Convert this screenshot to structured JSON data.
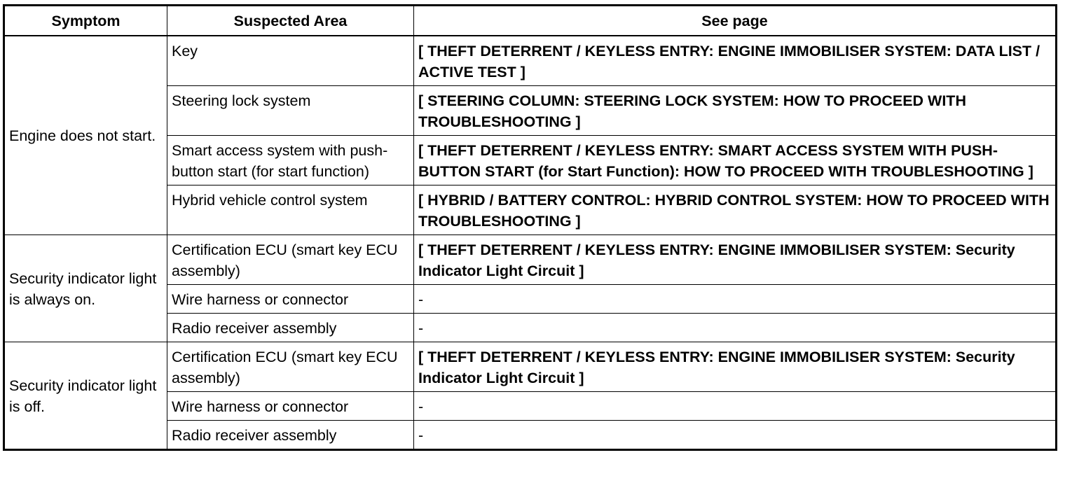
{
  "headers": {
    "symptom": "Symptom",
    "area": "Suspected Area",
    "page": "See page"
  },
  "groups": [
    {
      "symptom": "Engine does not start.",
      "rows": [
        {
          "area": "Key",
          "page": "[ THEFT DETERRENT / KEYLESS ENTRY: ENGINE IMMOBILISER SYSTEM: DATA LIST / ACTIVE TEST ]"
        },
        {
          "area": "Steering lock system",
          "page": "[ STEERING COLUMN: STEERING LOCK SYSTEM: HOW TO PROCEED WITH TROUBLESHOOTING ]"
        },
        {
          "area": "Smart access system with push-button start (for start function)",
          "page": "[ THEFT DETERRENT / KEYLESS ENTRY: SMART ACCESS SYSTEM WITH PUSH-BUTTON START (for Start Function): HOW TO PROCEED WITH TROUBLESHOOTING ]"
        },
        {
          "area": "Hybrid vehicle control system",
          "page": "[ HYBRID / BATTERY CONTROL: HYBRID CONTROL SYSTEM: HOW TO PROCEED WITH TROUBLESHOOTING ]"
        }
      ]
    },
    {
      "symptom": "Security indicator light is always on.",
      "rows": [
        {
          "area": "Certification ECU (smart key ECU assembly)",
          "page": "[ THEFT DETERRENT / KEYLESS ENTRY: ENGINE IMMOBILISER SYSTEM: Security Indicator Light Circuit ]"
        },
        {
          "area": "Wire harness or connector",
          "page": "-"
        },
        {
          "area": "Radio receiver assembly",
          "page": "-"
        }
      ]
    },
    {
      "symptom": "Security indicator light is off.",
      "rows": [
        {
          "area": "Certification ECU (smart key ECU assembly)",
          "page": "[ THEFT DETERRENT / KEYLESS ENTRY: ENGINE IMMOBILISER SYSTEM: Security Indicator Light Circuit ]"
        },
        {
          "area": "Wire harness or connector",
          "page": "-"
        },
        {
          "area": "Radio receiver assembly",
          "page": "-"
        }
      ]
    }
  ]
}
